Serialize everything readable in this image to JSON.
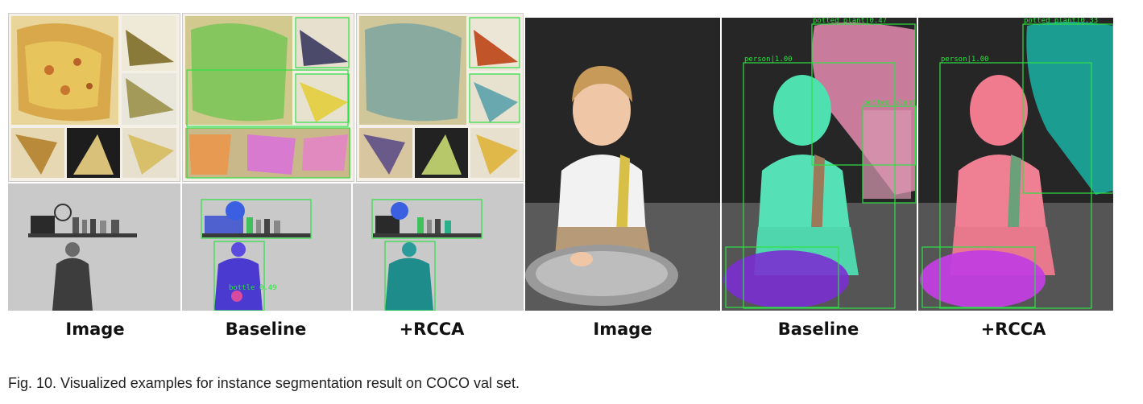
{
  "figure": {
    "column_labels": [
      "Image",
      "Baseline",
      "+RCCA",
      "Image",
      "Baseline",
      "+RCCA"
    ],
    "caption": "Fig. 10. Visualized examples for instance segmentation result on COCO val set.",
    "detections": {
      "left_baseline_kitchen": [
        "bottle 0.49"
      ],
      "right_baseline": [
        "potted_plant|0.47",
        "person|1.00",
        "potted_plant|0"
      ],
      "right_rcca": [
        "potted_plant|0.33",
        "person|1.00"
      ]
    },
    "colors": {
      "baseline_person": "#4fe0b0",
      "rcca_person": "#f07a8e",
      "rcca_plant": "#1aa89a",
      "baseline_plant": "#e68bb0",
      "basin_baseline": "#7a2fd0",
      "basin_rcca": "#c23ee0",
      "box": "#2fe045"
    }
  }
}
